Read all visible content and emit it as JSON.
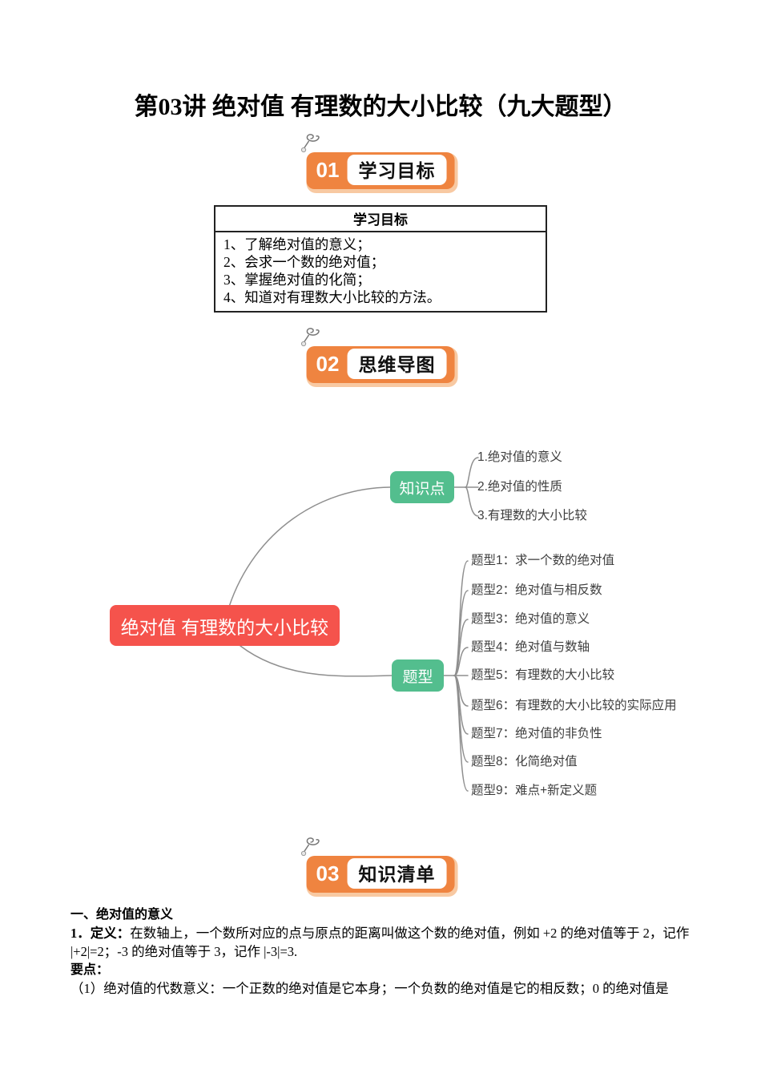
{
  "page_title": "第03讲 绝对值 有理数的大小比较（九大题型）",
  "badges": [
    {
      "num": "01",
      "label": "学习目标"
    },
    {
      "num": "02",
      "label": "思维导图"
    },
    {
      "num": "03",
      "label": "知识清单"
    }
  ],
  "goals_table": {
    "header": "学习目标",
    "items": [
      "1、了解绝对值的意义；",
      "2、会求一个数的绝对值；",
      "3、掌握绝对值的化简；",
      "4、知道对有理数大小比较的方法。"
    ]
  },
  "mindmap": {
    "center": "绝对值 有理数的大小比较",
    "knowledge": {
      "label": "知识点",
      "items": [
        "1.绝对值的意义",
        "2.绝对值的性质",
        "3.有理数的大小比较"
      ]
    },
    "topics": {
      "label": "题型",
      "items": [
        "题型1：求一个数的绝对值",
        "题型2：绝对值与相反数",
        "题型3：绝对值的意义",
        "题型4：绝对值与数轴",
        "题型5：有理数的大小比较",
        "题型6：有理数的大小比较的实际应用",
        "题型7：绝对值的非负性",
        "题型8：化简绝对值",
        "题型9：难点+新定义题"
      ]
    }
  },
  "knowledge_list": {
    "section1_heading": "一、绝对值的意义",
    "definition_label": "1．定义：",
    "definition_text": "在数轴上，一个数所对应的点与原点的距离叫做这个数的绝对值，例如 +2 的绝对值等于 2，记作 |+2|=2；-3 的绝对值等于 3，记作 |-3|=3.",
    "points_label": "要点：",
    "point1": "（1）绝对值的代数意义：一个正数的绝对值是它本身；一个负数的绝对值是它的相反数；0 的绝对值是"
  },
  "colors": {
    "badge_orange": "#EF8440",
    "badge_shadow": "#F8C9A2",
    "center_node_red": "#F5534C",
    "branch_node_green": "#53BE8E",
    "connector_gray": "#8F8F8F"
  }
}
